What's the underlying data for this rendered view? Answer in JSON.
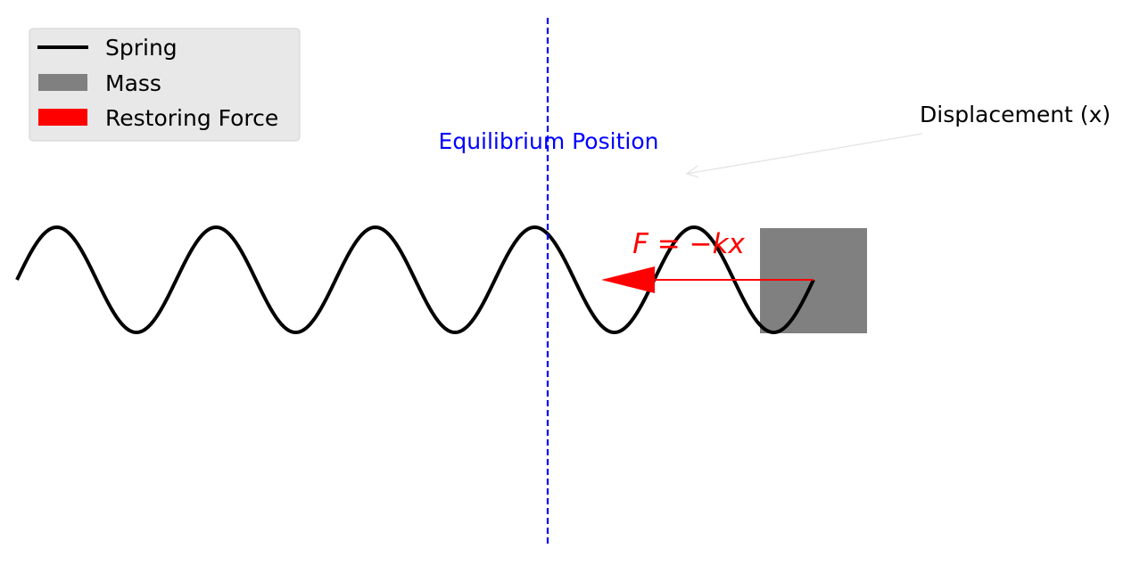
{
  "legend": {
    "location": "upper-left",
    "items": [
      {
        "label": "Spring",
        "swatch": "line",
        "color": "#000000"
      },
      {
        "label": "Mass",
        "swatch": "patch",
        "color": "#808080"
      },
      {
        "label": "Restoring Force",
        "swatch": "patch",
        "color": "#ff0000"
      }
    ]
  },
  "equilibrium": {
    "label": "Equilibrium Position",
    "color": "#0000ff",
    "line_style": "dashed"
  },
  "force": {
    "label": "F = −kx",
    "color": "#ff0000"
  },
  "displacement": {
    "label": "Displacement (x)",
    "arrow_color": "#dddddd"
  },
  "spring": {
    "color": "#000000",
    "cycles": 5
  },
  "mass": {
    "color": "#808080"
  }
}
